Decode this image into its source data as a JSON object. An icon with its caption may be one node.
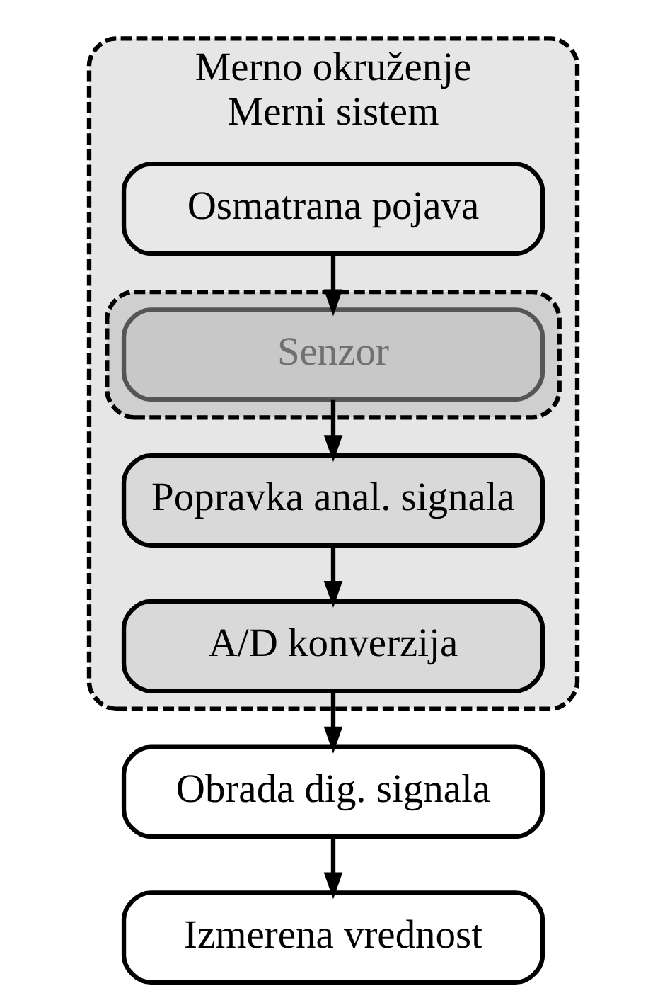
{
  "diagram": {
    "nodes": [
      {
        "text": [
          "Merno okruženje",
          "Merni sistem"
        ]
      },
      {
        "text": [
          "Osmatrana pojava"
        ],
        "in": 0
      },
      {
        "text": [],
        "shape": "box",
        "in": 0
      },
      {
        "text": [
          "Senzor"
        ],
        "in": 2
      },
      {
        "text": [
          "Popravka anal. signala"
        ],
        "in": 0
      },
      {
        "text": [
          "A/D konverzija"
        ],
        "in": 0
      },
      {
        "text": [
          "Obrada dig. signala"
        ]
      },
      {
        "text": [
          "Izmerena vrednost"
        ]
      }
    ],
    "edges": [
      {
        "from": 1,
        "to": 3,
        "arrow": "to"
      },
      {
        "from": 3,
        "to": 4,
        "arrow": "to"
      },
      {
        "from": 4,
        "to": 5,
        "arrow": "to"
      },
      {
        "from": 5,
        "to": 6,
        "arrow": "to"
      },
      {
        "from": 6,
        "to": 7,
        "arrow": "to"
      }
    ]
  }
}
